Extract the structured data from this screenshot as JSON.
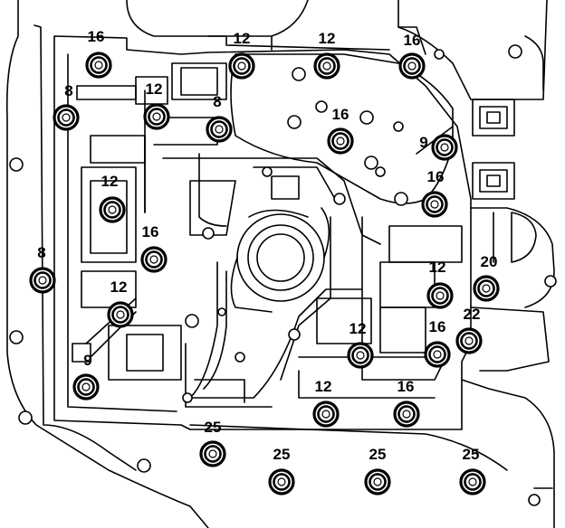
{
  "diagram": {
    "bolts": [
      {
        "label": "16"
      },
      {
        "label": "12"
      },
      {
        "label": "12"
      },
      {
        "label": "16"
      },
      {
        "label": "8"
      },
      {
        "label": "12"
      },
      {
        "label": "8"
      },
      {
        "label": "16"
      },
      {
        "label": "9"
      },
      {
        "label": "12"
      },
      {
        "label": "16"
      },
      {
        "label": "16"
      },
      {
        "label": "8"
      },
      {
        "label": "12"
      },
      {
        "label": "20"
      },
      {
        "label": "12"
      },
      {
        "label": "22"
      },
      {
        "label": "12"
      },
      {
        "label": "16"
      },
      {
        "label": "9"
      },
      {
        "label": "12"
      },
      {
        "label": "16"
      },
      {
        "label": "25"
      },
      {
        "label": "25"
      },
      {
        "label": "25"
      },
      {
        "label": "25"
      }
    ]
  }
}
